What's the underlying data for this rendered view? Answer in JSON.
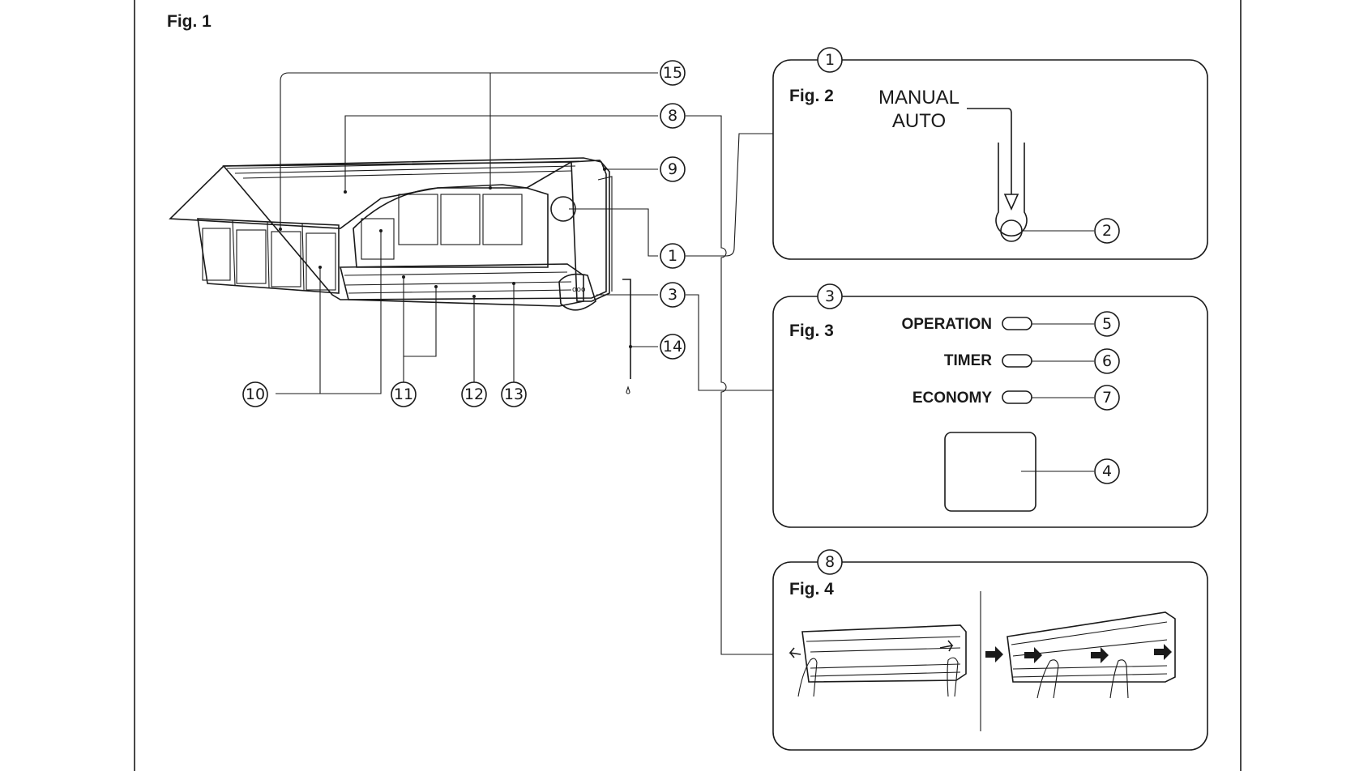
{
  "fig1": {
    "title": "Fig. 1"
  },
  "fig2": {
    "title": "Fig. 2",
    "label_line1": "MANUAL",
    "label_line2": "AUTO"
  },
  "fig3": {
    "title": "Fig. 3",
    "lamps": [
      "OPERATION",
      "TIMER",
      "ECONOMY"
    ]
  },
  "fig4": {
    "title": "Fig. 4"
  },
  "callouts": {
    "c1": "1",
    "c2": "2",
    "c3": "3",
    "c4": "4",
    "c5": "5",
    "c6": "6",
    "c7": "7",
    "c8": "8",
    "c9": "9",
    "c10": "10",
    "c11": "11",
    "c12": "12",
    "c13": "13",
    "c14": "14",
    "c15": "15"
  }
}
